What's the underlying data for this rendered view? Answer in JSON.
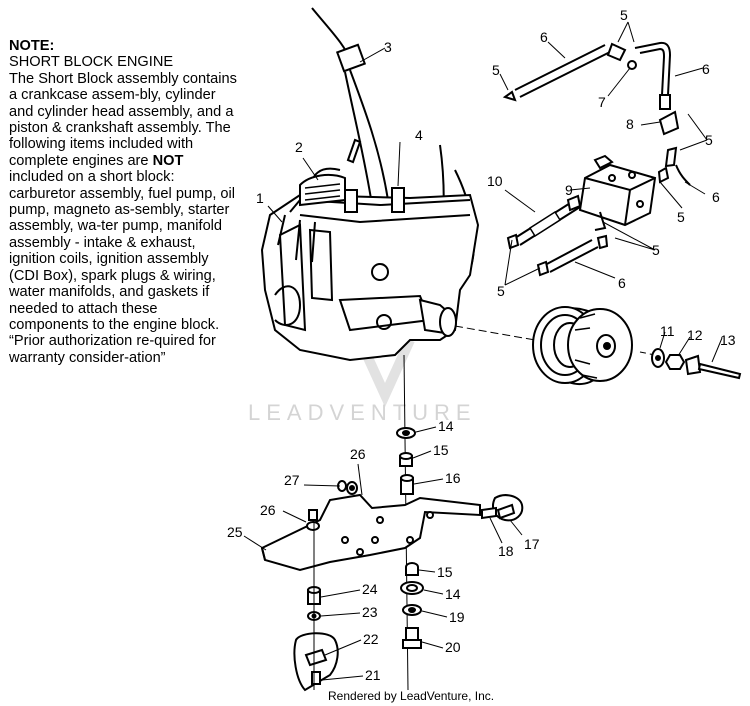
{
  "note": {
    "title": "NOTE:",
    "heading": "SHORT BLOCK ENGINE",
    "body_1": "The Short Block assembly contains a crankcase assem-bly, cylinder and cylinder head assembly, and a piston & crankshaft assembly.  The following items included with complete engines are ",
    "body_bold": "NOT",
    "body_2": " included on a short block: carburetor assembly, fuel pump, oil pump, magneto as-sembly, starter assembly, wa-ter pump, manifold assembly - intake & exhaust, ignition coils, ignition assembly (CDI Box), spark plugs & wiring, water manifolds, and gaskets if needed to attach these components to the engine block. “Prior authorization re-quired for warranty consider-ation”"
  },
  "watermark": "LEADVENTURE",
  "credit": "Rendered by LeadVenture, Inc.",
  "callouts": {
    "c1": "1",
    "c2": "2",
    "c3": "3",
    "c4": "4",
    "c5a": "5",
    "c5b": "5",
    "c5c": "5",
    "c5d": "5",
    "c5e": "5",
    "c6a": "6",
    "c6b": "6",
    "c6c": "6",
    "c6d": "6",
    "c7": "7",
    "c8": "8",
    "c9": "9",
    "c10": "10",
    "c11": "11",
    "c12": "12",
    "c13": "13",
    "c14a": "14",
    "c14b": "14",
    "c15a": "15",
    "c15b": "15",
    "c16": "16",
    "c17": "17",
    "c18": "18",
    "c19": "19",
    "c20": "20",
    "c21": "21",
    "c22": "22",
    "c23": "23",
    "c24": "24",
    "c25": "25",
    "c26a": "26",
    "c26b": "26",
    "c27": "27"
  }
}
